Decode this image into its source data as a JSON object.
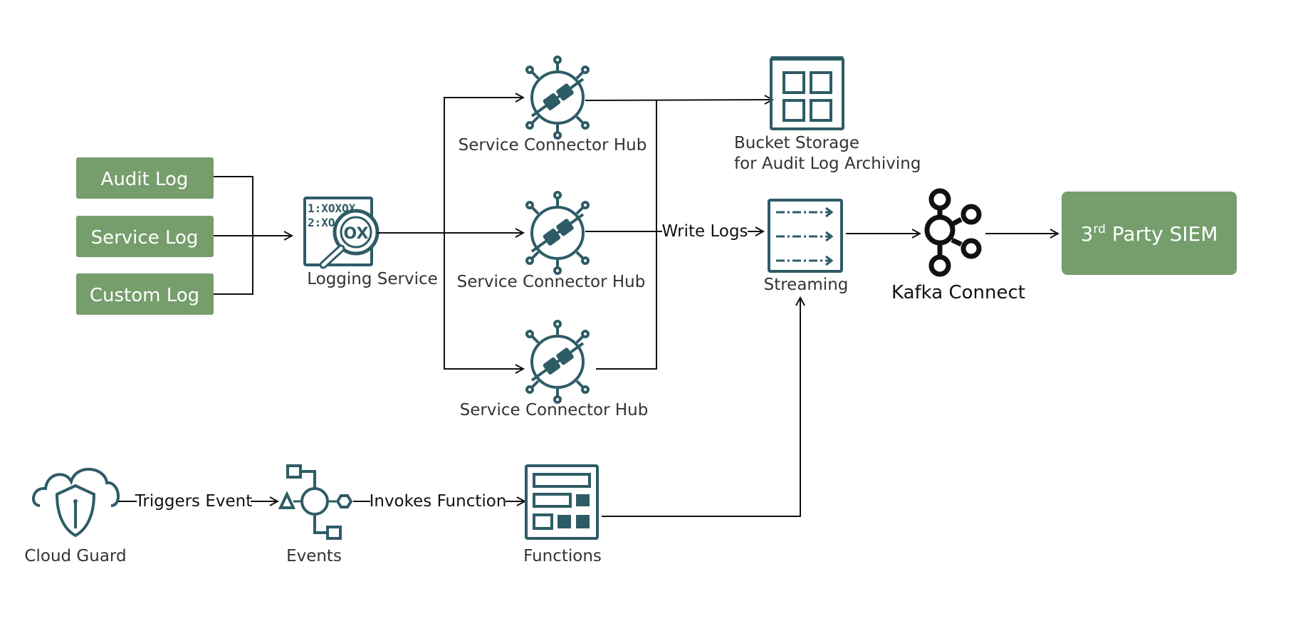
{
  "colors": {
    "box_green": "#759e6c",
    "icon_teal": "#2e5c66",
    "connector": "#111111",
    "label": "#333333"
  },
  "sources": {
    "audit_log": "Audit Log",
    "service_log": "Service Log",
    "custom_log": "Custom Log"
  },
  "logging_service": {
    "label": "Logging Service",
    "icon_line1": "1:XOXOX",
    "icon_line2": "2:XO",
    "icon_badge": "OX"
  },
  "service_connector_hubs": [
    {
      "label": "Service Connector Hub"
    },
    {
      "label": "Service Connector Hub"
    },
    {
      "label": "Service Connector Hub"
    }
  ],
  "bucket_storage": {
    "line1": "Bucket Storage",
    "line2": "for Audit Log Archiving"
  },
  "streaming": {
    "label": "Streaming"
  },
  "kafka": {
    "label": "Kafka Connect"
  },
  "siem": {
    "label_main": "3",
    "label_sup": "rd",
    "label_rest": " Party SIEM"
  },
  "edges": {
    "write_logs": "Write Logs",
    "triggers_event": "Triggers Event",
    "invokes_function": "Invokes Function"
  },
  "cloud_guard": {
    "label": "Cloud Guard"
  },
  "events": {
    "label": "Events"
  },
  "functions": {
    "label": "Functions"
  }
}
